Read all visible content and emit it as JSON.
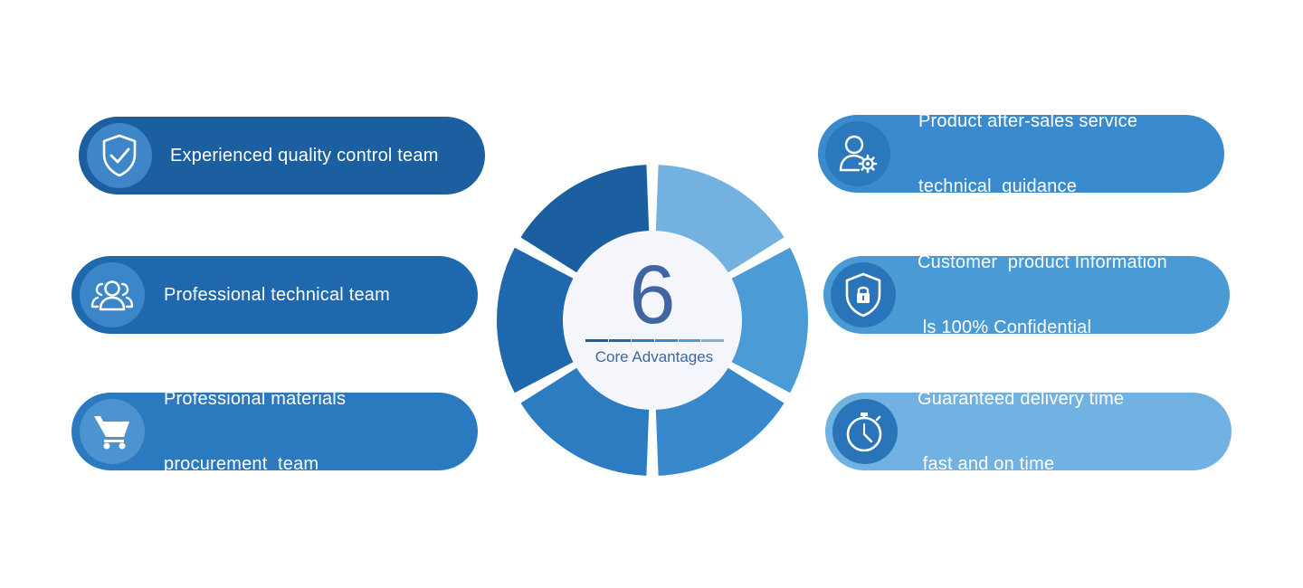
{
  "center": {
    "number": "6",
    "label": "Core Advantages"
  },
  "advantages": [
    {
      "icon": "shield-check-icon",
      "lines": [
        "Experienced quality control team"
      ]
    },
    {
      "icon": "team-icon",
      "lines": [
        "Professional technical team"
      ]
    },
    {
      "icon": "shopping-cart-icon",
      "lines": [
        "Professional materials",
        "procurement  team"
      ]
    },
    {
      "icon": "user-gear-icon",
      "lines": [
        "Product after-sales service",
        "technical  guidance"
      ]
    },
    {
      "icon": "shield-lock-icon",
      "lines": [
        "Customer  product Information",
        " ls 100% Confidential"
      ]
    },
    {
      "icon": "stopwatch-icon",
      "lines": [
        "Guaranteed delivery time",
        " fast and on time"
      ]
    }
  ],
  "colors": {
    "segments": [
      "#1c5fa0",
      "#73b2e0",
      "#4b9bd6",
      "#3888cc",
      "#2d7cc2",
      "#1f68ae"
    ],
    "center_fill": "#f4f6fb",
    "center_text": "#3f66a3"
  }
}
